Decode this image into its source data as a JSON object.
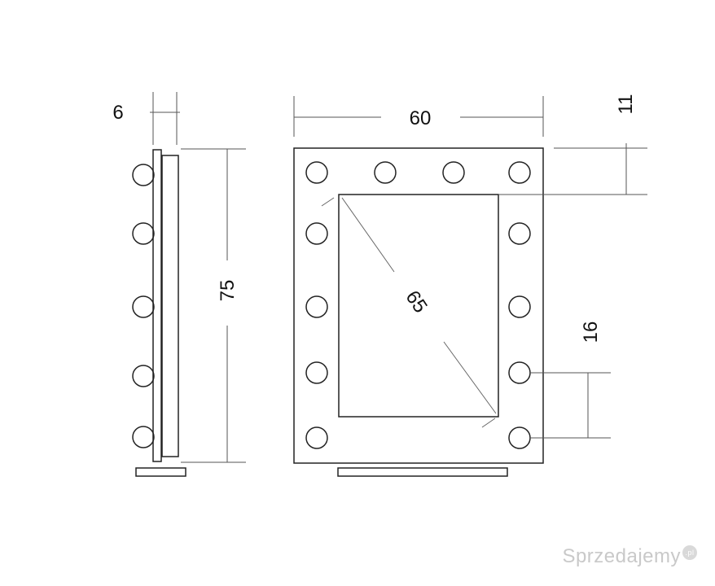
{
  "dimensions": {
    "depth": "6",
    "width": "60",
    "height": "75",
    "diagonal": "65",
    "top_offset": "11",
    "bulb_spacing": "16"
  },
  "watermark": {
    "text": "Sprzedajemy",
    "suffix": ".pl"
  }
}
